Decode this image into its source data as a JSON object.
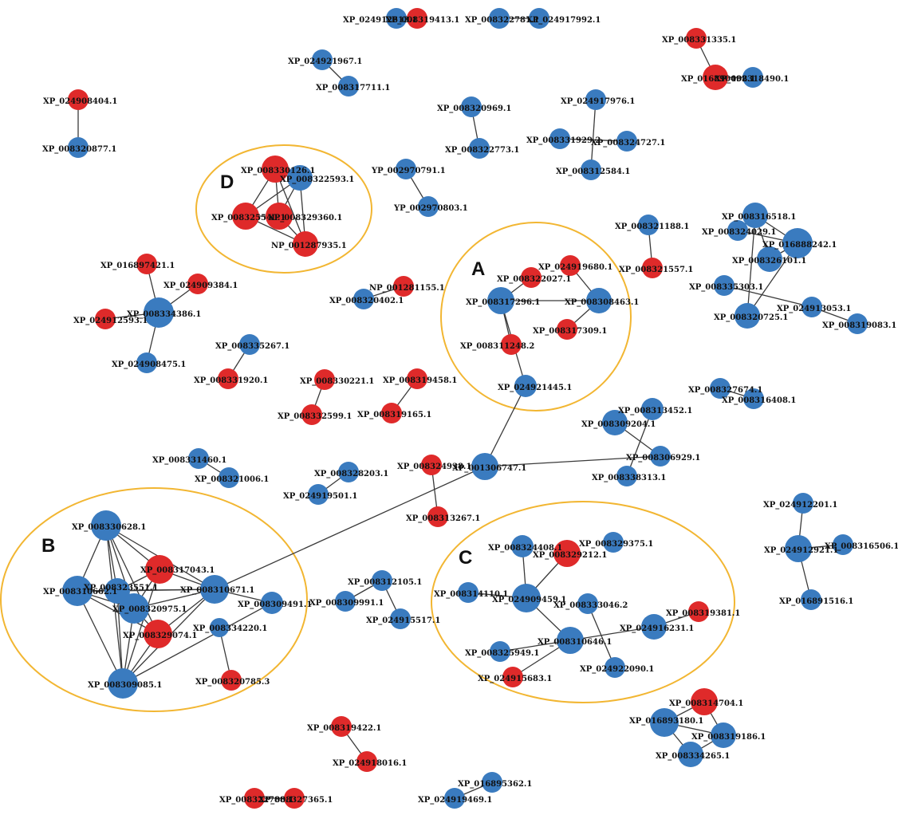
{
  "colors": {
    "blue": "#3a7bbf",
    "red": "#df2a2a",
    "cluster": "#f2b632"
  },
  "clusters": [
    {
      "id": "A",
      "label": "A"
    },
    {
      "id": "B",
      "label": "B"
    },
    {
      "id": "C",
      "label": "C"
    },
    {
      "id": "D",
      "label": "D"
    }
  ],
  "nodes": [
    {
      "id": "n1",
      "label": "XP_024912613.1",
      "color": "blue"
    },
    {
      "id": "n2",
      "label": "XP_008319413.1",
      "color": "red"
    },
    {
      "id": "n3",
      "label": "XP_008322781.1",
      "color": "blue"
    },
    {
      "id": "n4",
      "label": "XP_024917992.1",
      "color": "blue"
    },
    {
      "id": "n5",
      "label": "XP_008331335.1",
      "color": "red"
    },
    {
      "id": "n6",
      "label": "XP_016890492.1",
      "color": "red"
    },
    {
      "id": "n7",
      "label": "XP_008318490.1",
      "color": "blue"
    },
    {
      "id": "n8",
      "label": "XP_024921967.1",
      "color": "blue"
    },
    {
      "id": "n9",
      "label": "XP_008317711.1",
      "color": "blue"
    },
    {
      "id": "n10",
      "label": "XP_024908404.1",
      "color": "red"
    },
    {
      "id": "n11",
      "label": "XP_008320877.1",
      "color": "blue"
    },
    {
      "id": "n12",
      "label": "XP_008320969.1",
      "color": "blue"
    },
    {
      "id": "n13",
      "label": "XP_008322773.1",
      "color": "blue"
    },
    {
      "id": "n14",
      "label": "XP_024917976.1",
      "color": "blue"
    },
    {
      "id": "n15",
      "label": "XP_008331929.2",
      "color": "blue"
    },
    {
      "id": "n16",
      "label": "XP_008324727.1",
      "color": "blue"
    },
    {
      "id": "n17",
      "label": "XP_008312584.1",
      "color": "blue"
    },
    {
      "id": "n18",
      "label": "XP_008330126.1",
      "color": "red"
    },
    {
      "id": "n19",
      "label": "XP_008322593.1",
      "color": "blue"
    },
    {
      "id": "n20",
      "label": "XP_008325540.1",
      "color": "red"
    },
    {
      "id": "n21",
      "label": "XP_008329360.1",
      "color": "red"
    },
    {
      "id": "n22",
      "label": "NP_001287935.1",
      "color": "red"
    },
    {
      "id": "n23",
      "label": "YP_002970791.1",
      "color": "blue"
    },
    {
      "id": "n24",
      "label": "YP_002970803.1",
      "color": "blue"
    },
    {
      "id": "n25",
      "label": "XP_008321188.1",
      "color": "blue"
    },
    {
      "id": "n26",
      "label": "XP_008321557.1",
      "color": "red"
    },
    {
      "id": "n27",
      "label": "XP_008316518.1",
      "color": "blue"
    },
    {
      "id": "n28",
      "label": "XP_008324029.1",
      "color": "blue"
    },
    {
      "id": "n29",
      "label": "XP_016888242.1",
      "color": "blue"
    },
    {
      "id": "n30",
      "label": "XP_008326101.1",
      "color": "blue"
    },
    {
      "id": "n31",
      "label": "XP_008335303.1",
      "color": "blue"
    },
    {
      "id": "n32",
      "label": "XP_024913053.1",
      "color": "blue"
    },
    {
      "id": "n33",
      "label": "XP_008320725.1",
      "color": "blue"
    },
    {
      "id": "n34",
      "label": "XP_008319083.1",
      "color": "blue"
    },
    {
      "id": "n35",
      "label": "XP_016897421.1",
      "color": "red"
    },
    {
      "id": "n36",
      "label": "XP_024909384.1",
      "color": "red"
    },
    {
      "id": "n37",
      "label": "XP_024912593.1",
      "color": "red"
    },
    {
      "id": "n38",
      "label": "XP_008334386.1",
      "color": "blue"
    },
    {
      "id": "n39",
      "label": "XP_024908475.1",
      "color": "blue"
    },
    {
      "id": "n40",
      "label": "NP_001281155.1",
      "color": "red"
    },
    {
      "id": "n41",
      "label": "XP_008320402.1",
      "color": "blue"
    },
    {
      "id": "n42",
      "label": "XP_024919680.1",
      "color": "red"
    },
    {
      "id": "n43",
      "label": "XP_008322027.1",
      "color": "red"
    },
    {
      "id": "n44",
      "label": "XP_008317296.1",
      "color": "blue"
    },
    {
      "id": "n45",
      "label": "XP_008308463.1",
      "color": "blue"
    },
    {
      "id": "n46",
      "label": "XP_008317309.1",
      "color": "red"
    },
    {
      "id": "n47",
      "label": "XP_008311248.2",
      "color": "red"
    },
    {
      "id": "n48",
      "label": "XP_024921445.1",
      "color": "blue"
    },
    {
      "id": "n49",
      "label": "XP_008335267.1",
      "color": "blue"
    },
    {
      "id": "n50",
      "label": "XP_008331920.1",
      "color": "red"
    },
    {
      "id": "n51",
      "label": "XP_008330221.1",
      "color": "red"
    },
    {
      "id": "n52",
      "label": "XP_008332599.1",
      "color": "red"
    },
    {
      "id": "n53",
      "label": "XP_008319458.1",
      "color": "red"
    },
    {
      "id": "n54",
      "label": "XP_008319165.1",
      "color": "red"
    },
    {
      "id": "n55",
      "label": "XP_008327674.1",
      "color": "blue"
    },
    {
      "id": "n56",
      "label": "XP_008316408.1",
      "color": "blue"
    },
    {
      "id": "n57",
      "label": "XP_008313452.1",
      "color": "blue"
    },
    {
      "id": "n58",
      "label": "XP_008309204.1",
      "color": "blue"
    },
    {
      "id": "n59",
      "label": "XP_008306929.1",
      "color": "blue"
    },
    {
      "id": "n60",
      "label": "XP_008338313.1",
      "color": "blue"
    },
    {
      "id": "n61",
      "label": "XP_008331460.1",
      "color": "blue"
    },
    {
      "id": "n62",
      "label": "XP_008321006.1",
      "color": "blue"
    },
    {
      "id": "n63",
      "label": "XP_008328203.1",
      "color": "blue"
    },
    {
      "id": "n64",
      "label": "XP_024919501.1",
      "color": "blue"
    },
    {
      "id": "n65",
      "label": "XP_008324938.1",
      "color": "red"
    },
    {
      "id": "n66",
      "label": "XP_001306747.1",
      "color": "blue"
    },
    {
      "id": "n67",
      "label": "XP_008313267.1",
      "color": "red"
    },
    {
      "id": "n68",
      "label": "XP_024912201.1",
      "color": "blue"
    },
    {
      "id": "n69",
      "label": "XP_024912921.1",
      "color": "blue"
    },
    {
      "id": "n70",
      "label": "XP_008316506.1",
      "color": "blue"
    },
    {
      "id": "n71",
      "label": "XP_016891516.1",
      "color": "blue"
    },
    {
      "id": "n72",
      "label": "XP_008330628.1",
      "color": "blue"
    },
    {
      "id": "n73",
      "label": "XP_008317043.1",
      "color": "red"
    },
    {
      "id": "n74",
      "label": "XP_008310671.1",
      "color": "blue"
    },
    {
      "id": "n75",
      "label": "XP_008310662.1",
      "color": "blue"
    },
    {
      "id": "n76",
      "label": "XP_008323551.1",
      "color": "blue"
    },
    {
      "id": "n77",
      "label": "XP_008320975.1",
      "color": "blue"
    },
    {
      "id": "n78",
      "label": "XP_008309491.1",
      "color": "blue"
    },
    {
      "id": "n79",
      "label": "XP_008329074.1",
      "color": "red"
    },
    {
      "id": "n80",
      "label": "XP_008334220.1",
      "color": "blue"
    },
    {
      "id": "n81",
      "label": "XP_008309085.1",
      "color": "blue"
    },
    {
      "id": "n82",
      "label": "XP_008320785.3",
      "color": "red"
    },
    {
      "id": "n83",
      "label": "XP_008312105.1",
      "color": "blue"
    },
    {
      "id": "n84",
      "label": "XP_008309991.1",
      "color": "blue"
    },
    {
      "id": "n85",
      "label": "XP_024915517.1",
      "color": "blue"
    },
    {
      "id": "n86",
      "label": "XP_008324408.1",
      "color": "blue"
    },
    {
      "id": "n87",
      "label": "XP_008329212.1",
      "color": "red"
    },
    {
      "id": "n88",
      "label": "XP_008329375.1",
      "color": "blue"
    },
    {
      "id": "n89",
      "label": "XP_008314110.1",
      "color": "blue"
    },
    {
      "id": "n90",
      "label": "XP_024909459.1",
      "color": "blue"
    },
    {
      "id": "n91",
      "label": "XP_008333046.2",
      "color": "blue"
    },
    {
      "id": "n92",
      "label": "XP_008319381.1",
      "color": "red"
    },
    {
      "id": "n93",
      "label": "XP_024916231.1",
      "color": "blue"
    },
    {
      "id": "n94",
      "label": "XP_008310646.1",
      "color": "blue"
    },
    {
      "id": "n95",
      "label": "XP_008325949.1",
      "color": "blue"
    },
    {
      "id": "n96",
      "label": "XP_024922090.1",
      "color": "blue"
    },
    {
      "id": "n97",
      "label": "XP_024915683.1",
      "color": "red"
    },
    {
      "id": "n98",
      "label": "XP_008314704.1",
      "color": "red"
    },
    {
      "id": "n99",
      "label": "XP_016893180.1",
      "color": "blue"
    },
    {
      "id": "n100",
      "label": "XP_008319186.1",
      "color": "blue"
    },
    {
      "id": "n101",
      "label": "XP_008334265.1",
      "color": "blue"
    },
    {
      "id": "n102",
      "label": "XP_008319422.1",
      "color": "red"
    },
    {
      "id": "n103",
      "label": "XP_024918016.1",
      "color": "red"
    },
    {
      "id": "n104",
      "label": "XP_016895362.1",
      "color": "blue"
    },
    {
      "id": "n105",
      "label": "XP_024919469.1",
      "color": "blue"
    },
    {
      "id": "n106",
      "label": "XP_008322788.1",
      "color": "red"
    },
    {
      "id": "n107",
      "label": "XP_008327365.1",
      "color": "red"
    }
  ],
  "edges": [
    [
      "n1",
      "n2"
    ],
    [
      "n3",
      "n4"
    ],
    [
      "n5",
      "n6"
    ],
    [
      "n6",
      "n7"
    ],
    [
      "n8",
      "n9"
    ],
    [
      "n10",
      "n11"
    ],
    [
      "n12",
      "n13"
    ],
    [
      "n14",
      "n17"
    ],
    [
      "n15",
      "n16"
    ],
    [
      "n18",
      "n19"
    ],
    [
      "n18",
      "n20"
    ],
    [
      "n18",
      "n21"
    ],
    [
      "n18",
      "n22"
    ],
    [
      "n19",
      "n20"
    ],
    [
      "n19",
      "n21"
    ],
    [
      "n19",
      "n22"
    ],
    [
      "n20",
      "n21"
    ],
    [
      "n20",
      "n22"
    ],
    [
      "n21",
      "n22"
    ],
    [
      "n23",
      "n24"
    ],
    [
      "n25",
      "n26"
    ],
    [
      "n27",
      "n28"
    ],
    [
      "n27",
      "n29"
    ],
    [
      "n27",
      "n30"
    ],
    [
      "n27",
      "n33"
    ],
    [
      "n28",
      "n29"
    ],
    [
      "n29",
      "n30"
    ],
    [
      "n29",
      "n33"
    ],
    [
      "n31",
      "n32"
    ],
    [
      "n32",
      "n34"
    ],
    [
      "n35",
      "n38"
    ],
    [
      "n36",
      "n38"
    ],
    [
      "n37",
      "n38"
    ],
    [
      "n38",
      "n39"
    ],
    [
      "n40",
      "n41"
    ],
    [
      "n42",
      "n45"
    ],
    [
      "n43",
      "n44"
    ],
    [
      "n44",
      "n45"
    ],
    [
      "n44",
      "n47"
    ],
    [
      "n44",
      "n48"
    ],
    [
      "n45",
      "n46"
    ],
    [
      "n48",
      "n66"
    ],
    [
      "n49",
      "n50"
    ],
    [
      "n51",
      "n52"
    ],
    [
      "n53",
      "n54"
    ],
    [
      "n55",
      "n56"
    ],
    [
      "n57",
      "n60"
    ],
    [
      "n58",
      "n59"
    ],
    [
      "n66",
      "n59"
    ],
    [
      "n66",
      "n74"
    ],
    [
      "n61",
      "n62"
    ],
    [
      "n63",
      "n64"
    ],
    [
      "n65",
      "n67"
    ],
    [
      "n68",
      "n69"
    ],
    [
      "n69",
      "n70"
    ],
    [
      "n69",
      "n71"
    ],
    [
      "n72",
      "n75"
    ],
    [
      "n72",
      "n76"
    ],
    [
      "n72",
      "n73"
    ],
    [
      "n72",
      "n77"
    ],
    [
      "n72",
      "n74"
    ],
    [
      "n72",
      "n79"
    ],
    [
      "n72",
      "n81"
    ],
    [
      "n75",
      "n76"
    ],
    [
      "n75",
      "n77"
    ],
    [
      "n75",
      "n74"
    ],
    [
      "n75",
      "n79"
    ],
    [
      "n75",
      "n81"
    ],
    [
      "n76",
      "n73"
    ],
    [
      "n76",
      "n77"
    ],
    [
      "n76",
      "n74"
    ],
    [
      "n76",
      "n81"
    ],
    [
      "n73",
      "n77"
    ],
    [
      "n73",
      "n74"
    ],
    [
      "n73",
      "n81"
    ],
    [
      "n77",
      "n74"
    ],
    [
      "n77",
      "n79"
    ],
    [
      "n77",
      "n81"
    ],
    [
      "n74",
      "n78"
    ],
    [
      "n74",
      "n79"
    ],
    [
      "n74",
      "n81"
    ],
    [
      "n79",
      "n81"
    ],
    [
      "n80",
      "n82"
    ],
    [
      "n78",
      "n81"
    ],
    [
      "n83",
      "n84"
    ],
    [
      "n83",
      "n85"
    ],
    [
      "n86",
      "n90"
    ],
    [
      "n87",
      "n90"
    ],
    [
      "n89",
      "n90"
    ],
    [
      "n90",
      "n94"
    ],
    [
      "n91",
      "n96"
    ],
    [
      "n92",
      "n93"
    ],
    [
      "n93",
      "n94"
    ],
    [
      "n94",
      "n95"
    ],
    [
      "n94",
      "n97"
    ],
    [
      "n98",
      "n99"
    ],
    [
      "n98",
      "n100"
    ],
    [
      "n99",
      "n101"
    ],
    [
      "n99",
      "n100"
    ],
    [
      "n100",
      "n101"
    ],
    [
      "n102",
      "n103"
    ],
    [
      "n104",
      "n105"
    ],
    [
      "n106",
      "n107"
    ]
  ]
}
